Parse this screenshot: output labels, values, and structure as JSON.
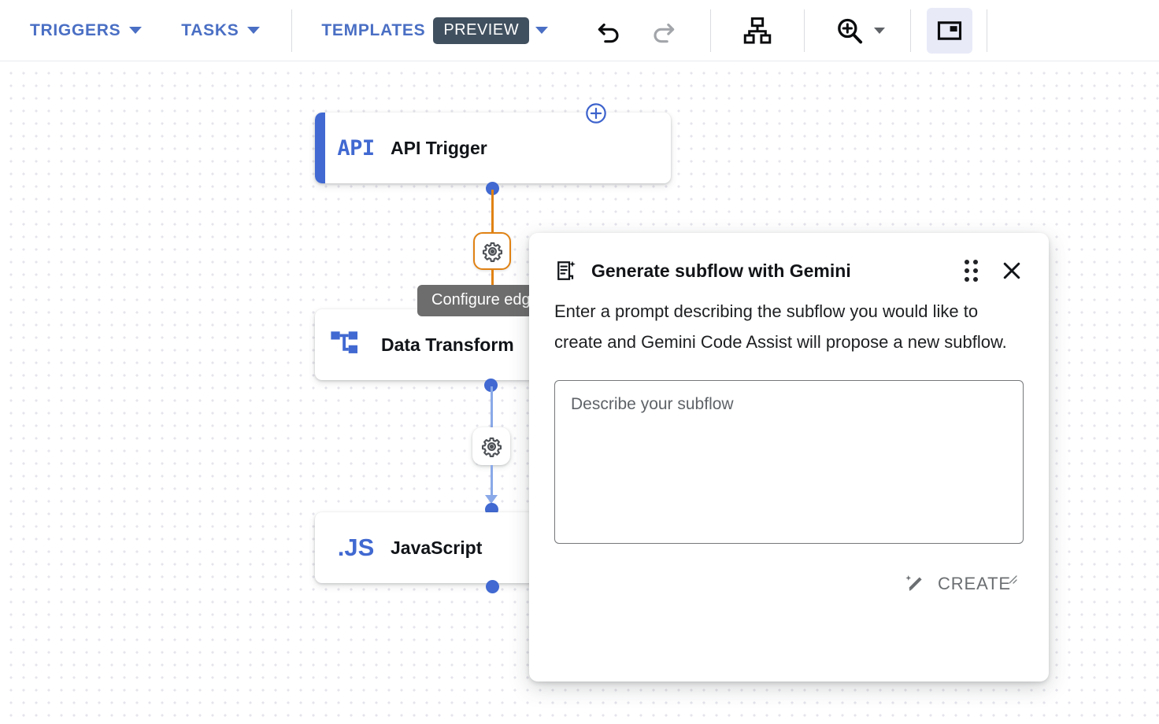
{
  "toolbar": {
    "menus": [
      {
        "label": "TRIGGERS",
        "icon": "chevron-down-icon"
      },
      {
        "label": "TASKS",
        "icon": "chevron-down-icon"
      }
    ],
    "templates_label": "TEMPLATES",
    "preview_badge": "PREVIEW",
    "icons": {
      "undo": "undo-icon",
      "redo": "redo-icon",
      "auto_layout": "org-chart-layout-icon",
      "zoom": "zoom-in-icon",
      "minimap": "minimap-toggle-icon"
    },
    "accent_color": "#4a6fc4",
    "preview_badge_color": "#41505f",
    "minimap_active_bg": "#e8eaf8"
  },
  "canvas": {
    "nodes": [
      {
        "id": "api-trigger",
        "icon_text": "API",
        "label": "API Trigger",
        "accent": true,
        "accent_color": "#4169d1"
      },
      {
        "id": "data-transformer",
        "icon_text": "",
        "label": "Data Transform",
        "accent": false
      },
      {
        "id": "javascript",
        "icon_text": ".JS",
        "label": "JavaScript",
        "accent": false
      }
    ],
    "edges": [
      {
        "from": "api-trigger",
        "to": "data-transformer",
        "color": "#e08214",
        "selected": true,
        "gear_icon": "gear-icon"
      },
      {
        "from": "data-transformer",
        "to": "javascript",
        "color": "#8aa9e8",
        "selected": false,
        "gear_icon": "gear-icon"
      }
    ],
    "add_node_icon": "plus-circle-icon",
    "tooltip": "Configure edge",
    "dot_grid_color": "#e4e4ec"
  },
  "dialog": {
    "icon": "document-sparkle-icon",
    "title": "Generate subflow with Gemini",
    "drag_handle_icon": "drag-handle-dots-icon",
    "close_icon": "close-icon",
    "description": "Enter a prompt describing the subflow you would like to create and Gemini Code Assist will propose a new subflow.",
    "textarea": {
      "placeholder": "Describe your subflow",
      "value": ""
    },
    "create_button": {
      "label": "CREATE",
      "icon": "magic-wand-icon",
      "disabled": true,
      "color": "#6b6e71"
    }
  }
}
